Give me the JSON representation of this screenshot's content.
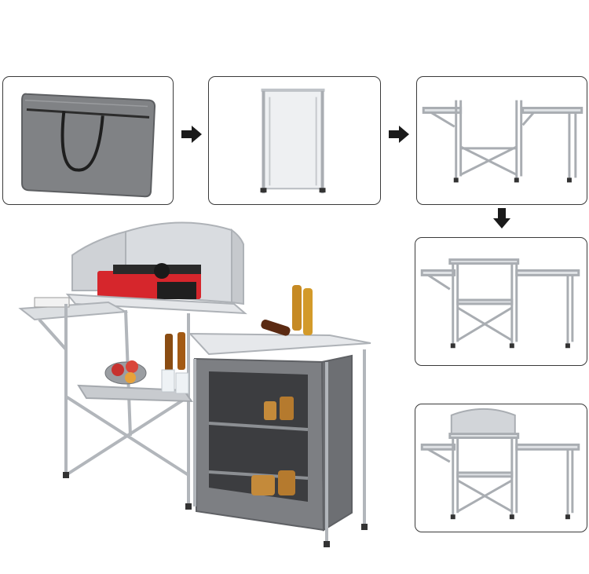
{
  "image": {
    "background": "#ffffff",
    "frame_color": "#3a3a3a",
    "metal_color": "#c9ccd0",
    "fabric_color": "#7d7f83",
    "stove_red": "#d6262c",
    "steps": [
      {
        "name": "carry-bag"
      },
      {
        "name": "folded-frame"
      },
      {
        "name": "unfolded-frame"
      },
      {
        "name": "table-with-top-shelf"
      },
      {
        "name": "table-with-windscreen"
      }
    ],
    "arrows": [
      "arrow-right-icon",
      "arrow-right-icon",
      "arrow-down-icon"
    ]
  }
}
